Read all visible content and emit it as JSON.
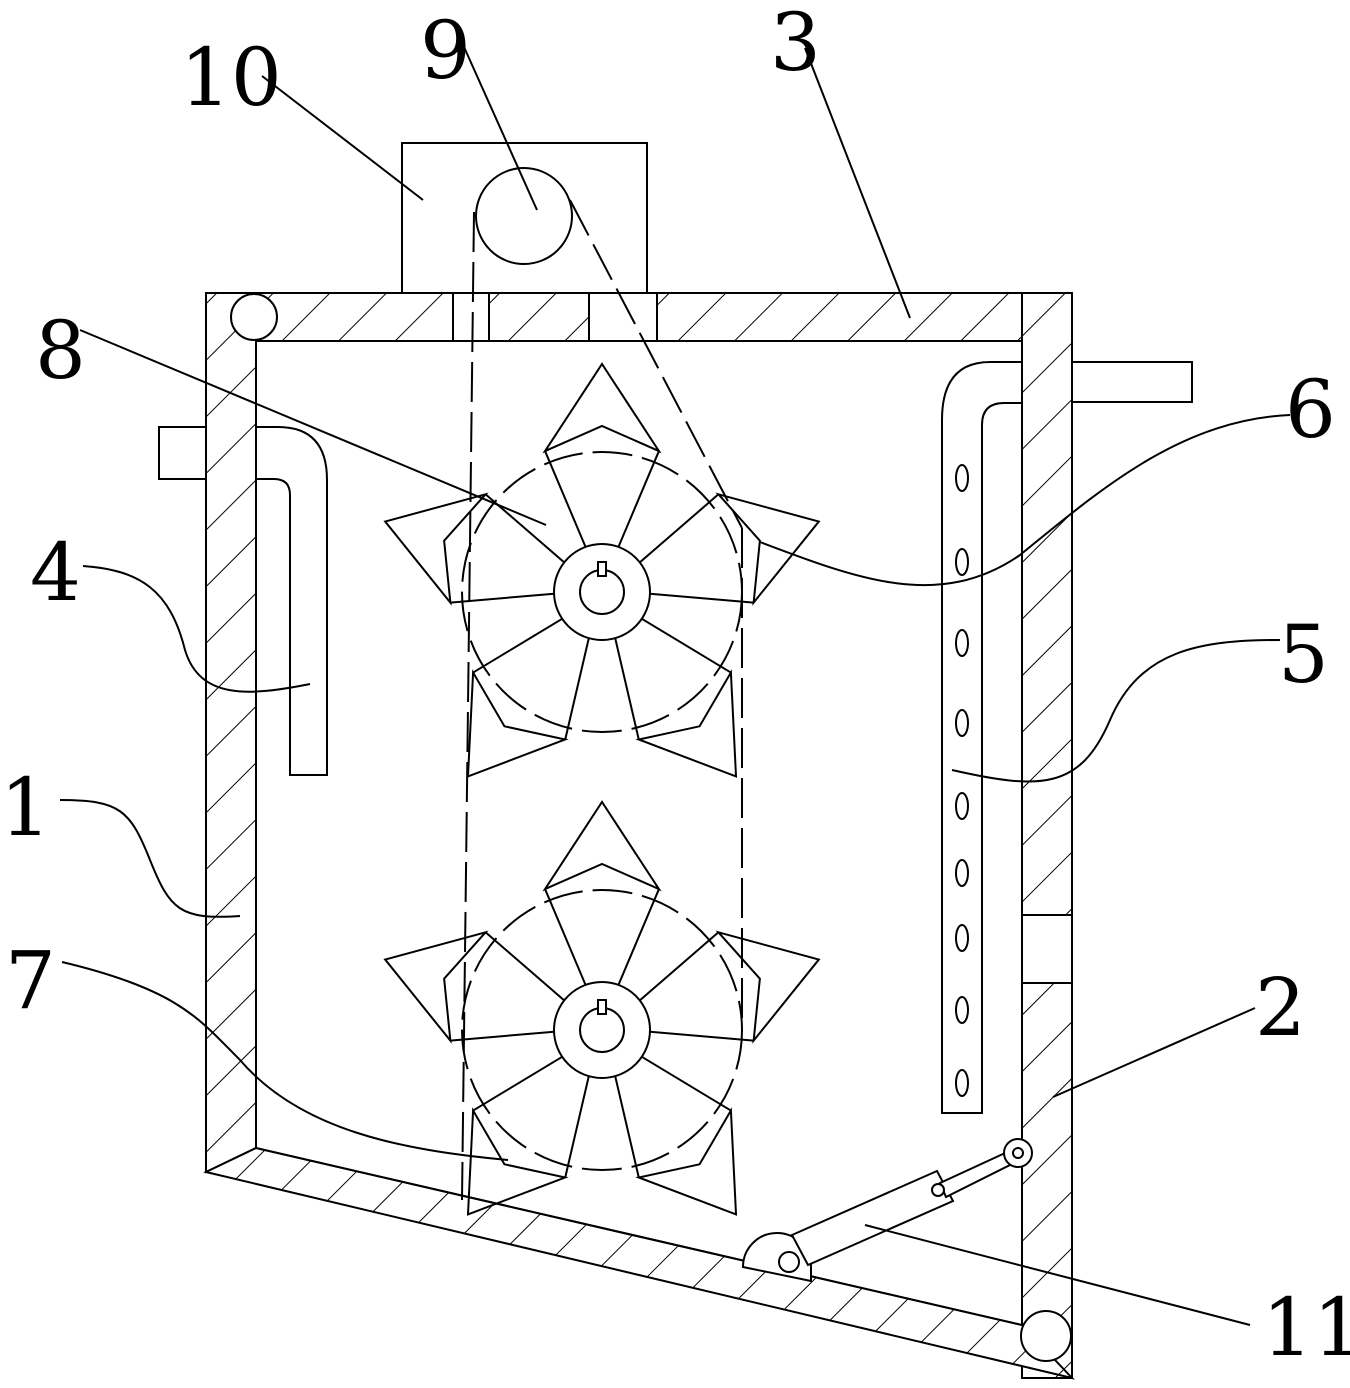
{
  "labels": [
    {
      "id": "1",
      "text": "1"
    },
    {
      "id": "2",
      "text": "2"
    },
    {
      "id": "3",
      "text": "3"
    },
    {
      "id": "4",
      "text": "4"
    },
    {
      "id": "5",
      "text": "5"
    },
    {
      "id": "6",
      "text": "6"
    },
    {
      "id": "7",
      "text": "7"
    },
    {
      "id": "8",
      "text": "8"
    },
    {
      "id": "9",
      "text": "9"
    },
    {
      "id": "10",
      "text": "10"
    },
    {
      "id": "11",
      "text": "11"
    }
  ],
  "colors": {
    "line": "#000000",
    "background": "#ffffff"
  }
}
